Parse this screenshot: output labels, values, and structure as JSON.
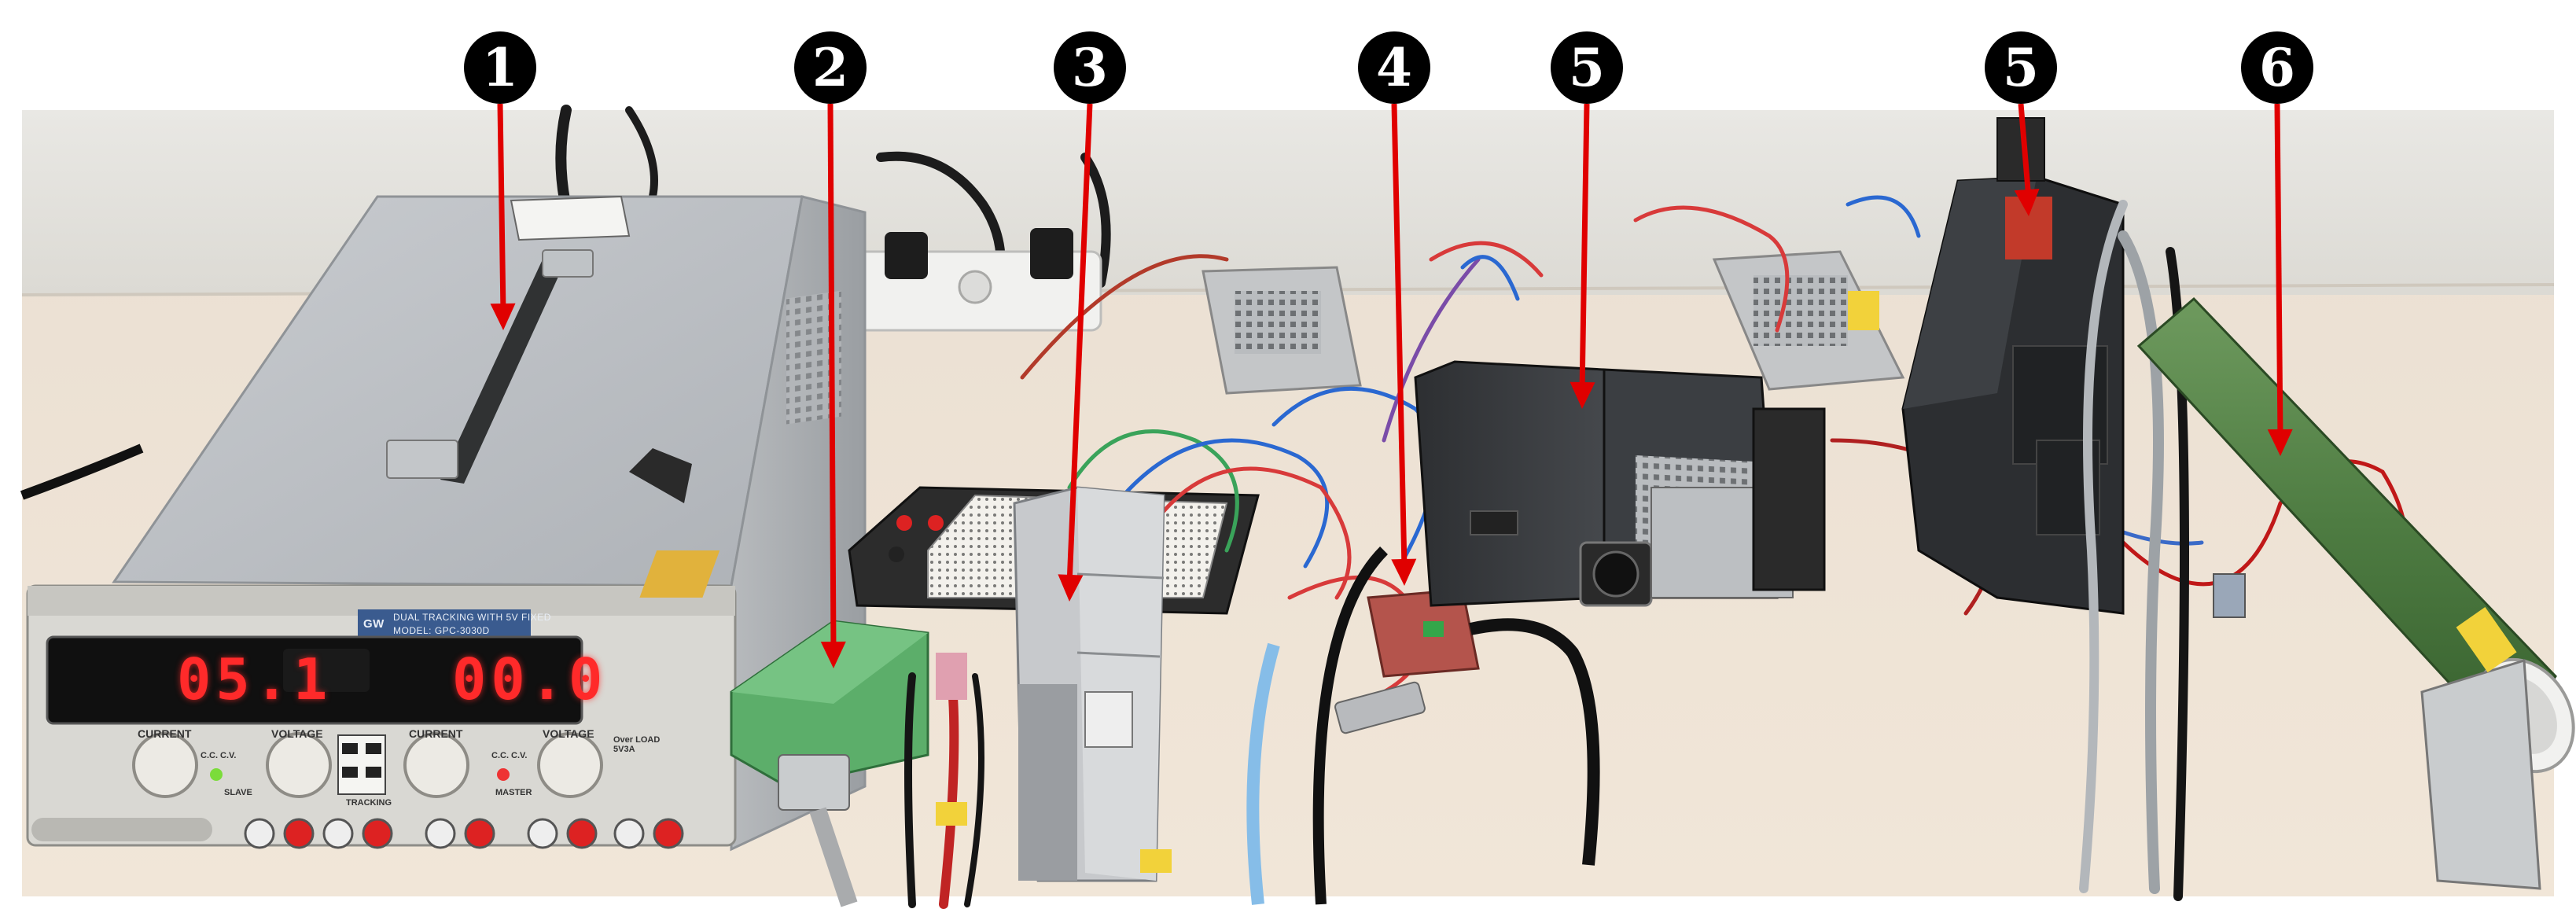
{
  "markers": [
    {
      "label": "1",
      "color": "#000000"
    },
    {
      "label": "2",
      "color": "#000000"
    },
    {
      "label": "3",
      "color": "#000000"
    },
    {
      "label": "4",
      "color": "#000000"
    },
    {
      "label": "5",
      "color": "#000000"
    },
    {
      "label": "5",
      "color": "#000000"
    },
    {
      "label": "6",
      "color": "#000000"
    }
  ],
  "arrow_color": "#e00000",
  "power_supply": {
    "brand": "GW",
    "model_line1": "DUAL TRACKING WITH 5V FIXED",
    "model_line2": "MODEL: GPC-3030D",
    "display_left": "05.1",
    "display_right": "00.0",
    "labels": {
      "current_left": "CURRENT",
      "voltage_left": "VOLTAGE",
      "current_right": "CURRENT",
      "voltage_right": "VOLTAGE",
      "cc_cv_left": "C.C. C.V.",
      "cc_cv_right": "C.C. C.V.",
      "slave": "SLAVE",
      "master": "MASTER",
      "tracking": "TRACKING",
      "over_load": "Over LOAD 5V3A"
    }
  }
}
